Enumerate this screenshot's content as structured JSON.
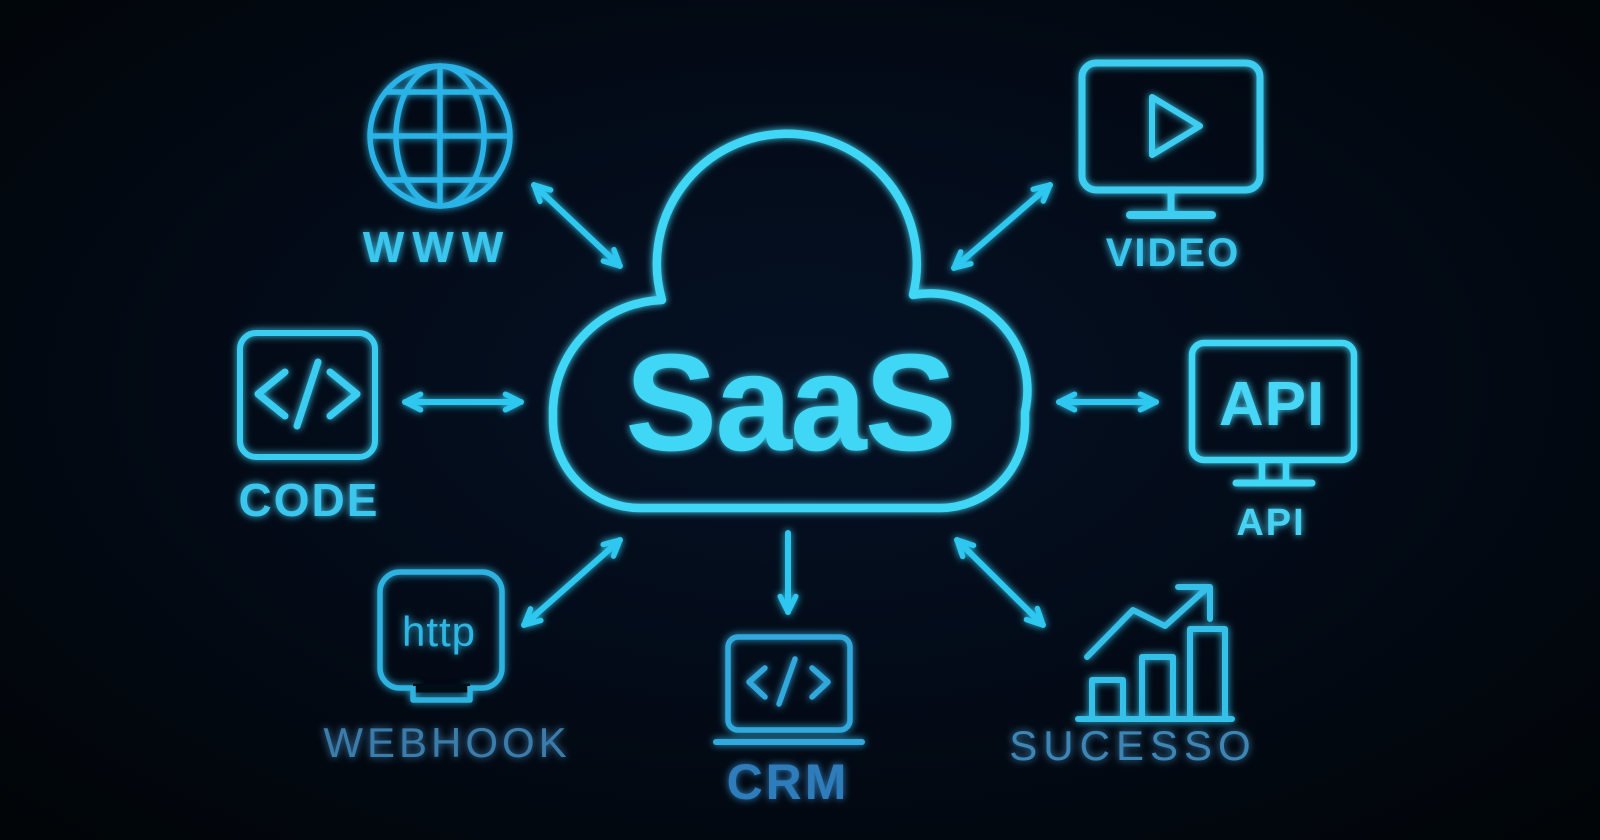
{
  "title": "SaaS integrations neon diagram",
  "center": {
    "label": "SaaS",
    "shape": "cloud-outline"
  },
  "nodes": {
    "www": {
      "label": "WWW",
      "icon": "globe-icon"
    },
    "video": {
      "label": "VIDEO",
      "icon": "video-monitor-icon"
    },
    "code": {
      "label": "CODE",
      "icon": "code-brackets-icon"
    },
    "api": {
      "label": "API",
      "icon": "api-monitor-icon",
      "screen_text": "API"
    },
    "webhook": {
      "label": "WEBHOOK",
      "icon": "http-window-icon",
      "screen_text": "http"
    },
    "crm": {
      "label": "CRM",
      "icon": "code-laptop-icon"
    },
    "sucesso": {
      "label": "SUCESSO",
      "icon": "growth-chart-icon"
    }
  },
  "connections": [
    {
      "from": "www",
      "to": "saas-cloud",
      "style": "double-arrow"
    },
    {
      "from": "video",
      "to": "saas-cloud",
      "style": "double-arrow"
    },
    {
      "from": "code",
      "to": "saas-cloud",
      "style": "double-arrow"
    },
    {
      "from": "api",
      "to": "saas-cloud",
      "style": "double-arrow"
    },
    {
      "from": "webhook",
      "to": "saas-cloud",
      "style": "double-arrow"
    },
    {
      "from": "sucesso",
      "to": "saas-cloud",
      "style": "double-arrow"
    },
    {
      "from": "saas-cloud",
      "to": "crm",
      "style": "single-arrow-down"
    }
  ],
  "colors": {
    "background": "#030b18",
    "neon_cyan": "#3fd6f6",
    "bright_label": "#3ac6ee",
    "arrow_cyan": "#2ec7ef",
    "globe_stroke": "#2cb3e6",
    "webhook_box": "#2fb2e0",
    "laptop_stroke": "#33a9dc",
    "muted_label": "#3a7fae",
    "crm_label": "#2e7cba"
  }
}
